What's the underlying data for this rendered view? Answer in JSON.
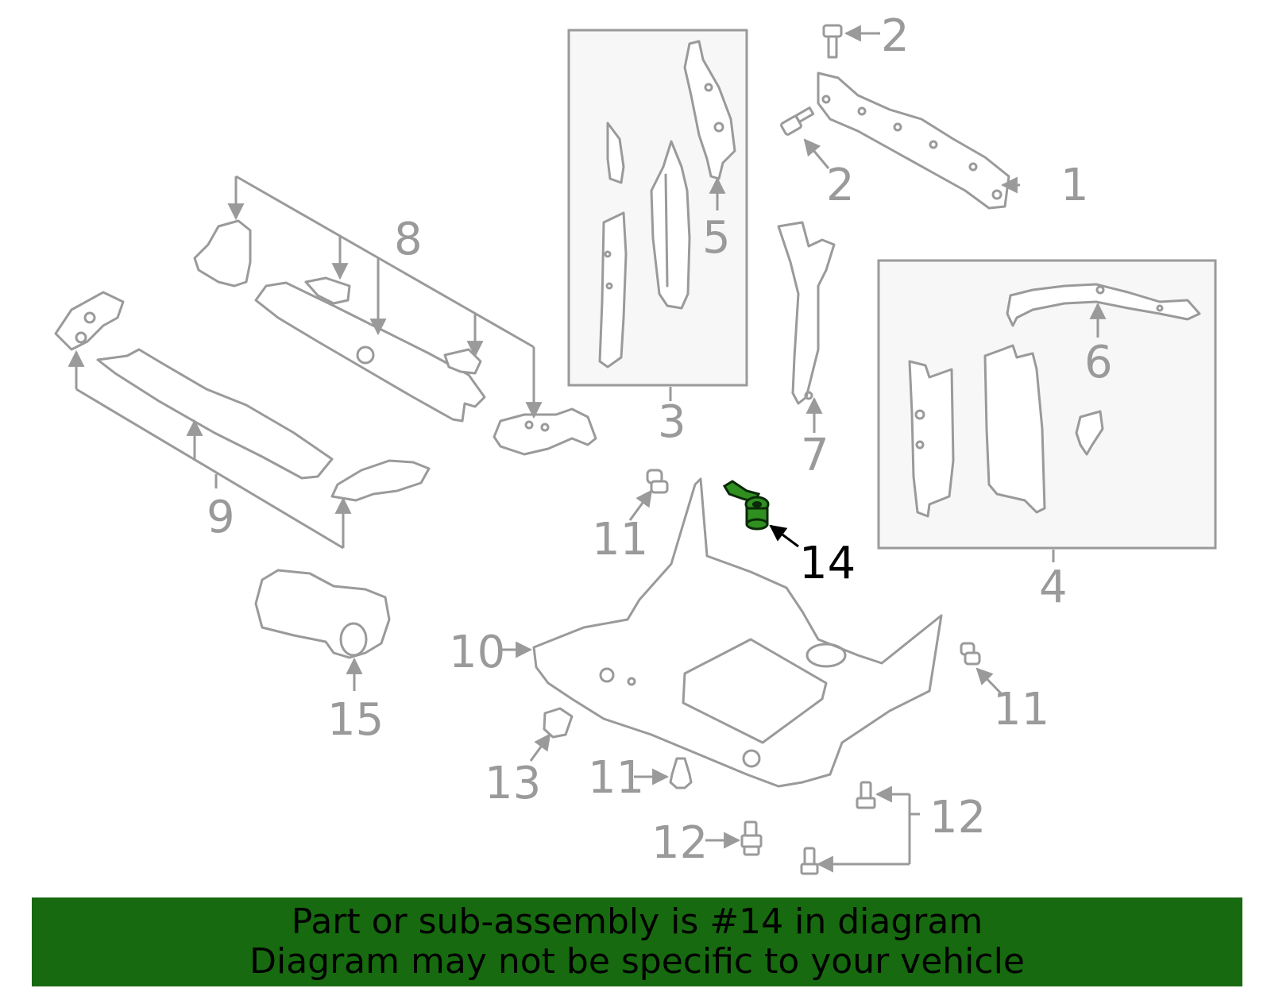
{
  "callouts": {
    "c1": "1",
    "c2a": "2",
    "c2b": "2",
    "c3": "3",
    "c4": "4",
    "c5": "5",
    "c6": "6",
    "c7": "7",
    "c8": "8",
    "c9": "9",
    "c10": "10",
    "c11a": "11",
    "c11b": "11",
    "c11c": "11",
    "c12a": "12",
    "c12b": "12",
    "c13": "13",
    "c14": "14",
    "c15": "15"
  },
  "highlight": {
    "part_number": "14",
    "color": "#2f8f1f"
  },
  "colors": {
    "banner": "#176a0f",
    "line": "#9a9a9a"
  },
  "banner": {
    "line1": "Part or sub-assembly is #14 in diagram",
    "line2": "Diagram may not be specific to your vehicle"
  }
}
